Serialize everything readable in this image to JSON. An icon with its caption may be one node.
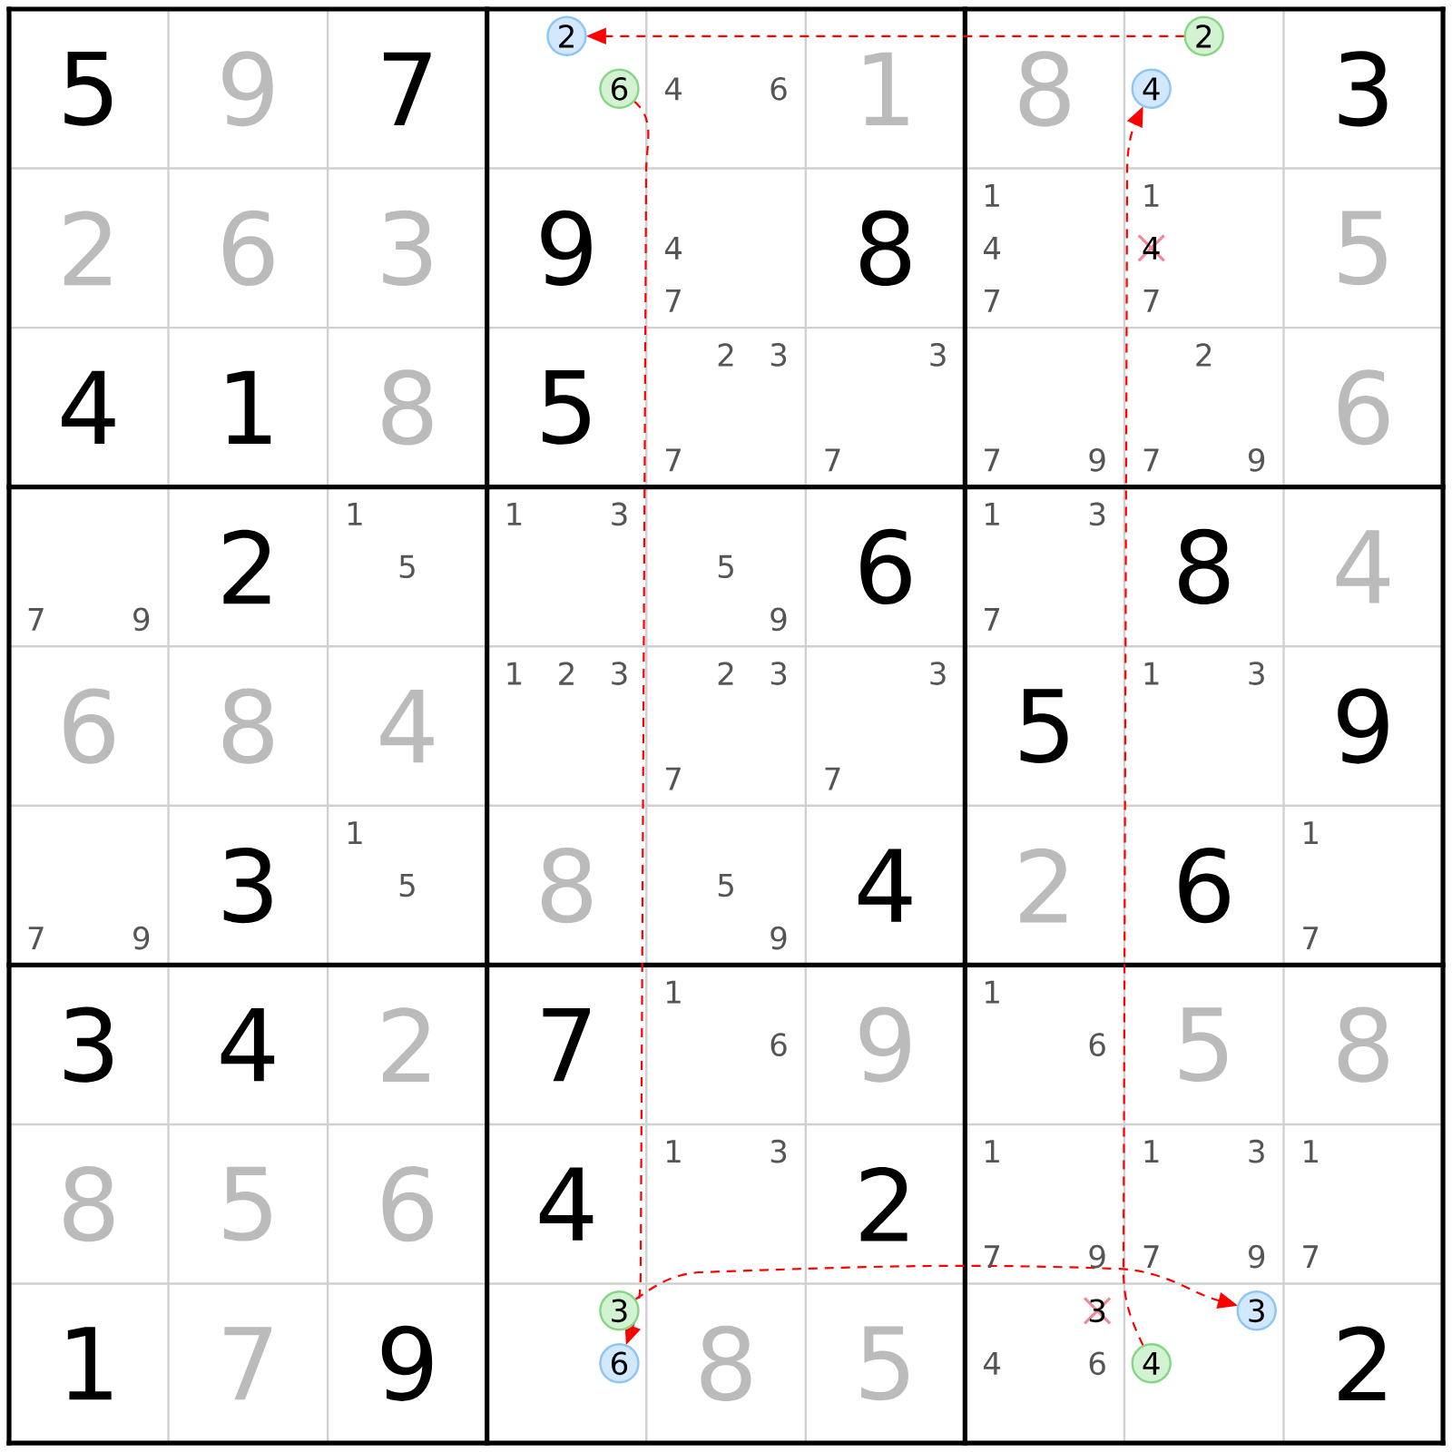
{
  "diagram": {
    "nodes": [
      {
        "text": [
          "2"
        ]
      },
      {
        "text": [
          "6"
        ]
      },
      {
        "text": [
          "2"
        ]
      },
      {
        "text": [
          "4"
        ]
      },
      {
        "text": [
          "3"
        ]
      },
      {
        "text": [
          "6"
        ]
      },
      {
        "text": [
          "3"
        ]
      },
      {
        "text": [
          "4"
        ]
      }
    ],
    "edges": [
      {
        "from": 2,
        "to": 0,
        "arrow": "to",
        "style": "dashed"
      },
      {
        "from": 1,
        "to": 5,
        "arrow": "to",
        "style": "dashed"
      },
      {
        "from": 4,
        "to": 6,
        "arrow": "to",
        "style": "dashed"
      },
      {
        "from": 7,
        "to": 3,
        "arrow": "to",
        "style": "dashed"
      }
    ],
    "labels": [
      "5",
      "9",
      "7",
      "4",
      "6",
      "1",
      "8",
      "3",
      "2",
      "6",
      "3",
      "9",
      "4",
      "7",
      "8",
      "1",
      "4",
      "7",
      "1",
      "4",
      "7",
      "5",
      "4",
      "1",
      "8",
      "5",
      "2",
      "3",
      "7",
      "3",
      "7",
      "7",
      "9",
      "2",
      "7",
      "9",
      "6",
      "7",
      "9",
      "2",
      "1",
      "5",
      "1",
      "3",
      "5",
      "9",
      "6",
      "1",
      "3",
      "7",
      "8",
      "4",
      "6",
      "8",
      "4",
      "1",
      "2",
      "3",
      "2",
      "3",
      "7",
      "3",
      "7",
      "5",
      "1",
      "3",
      "9",
      "7",
      "9",
      "3",
      "1",
      "5",
      "8",
      "5",
      "9",
      "4",
      "2",
      "6",
      "1",
      "7",
      "3",
      "4",
      "2",
      "7",
      "1",
      "6",
      "9",
      "1",
      "6",
      "5",
      "8",
      "8",
      "5",
      "6",
      "4",
      "1",
      "3",
      "2",
      "1",
      "7",
      "9",
      "1",
      "3",
      "7",
      "9",
      "1",
      "7",
      "1",
      "7",
      "9",
      "8",
      "5",
      "3",
      "4",
      "6",
      "2"
    ]
  }
}
